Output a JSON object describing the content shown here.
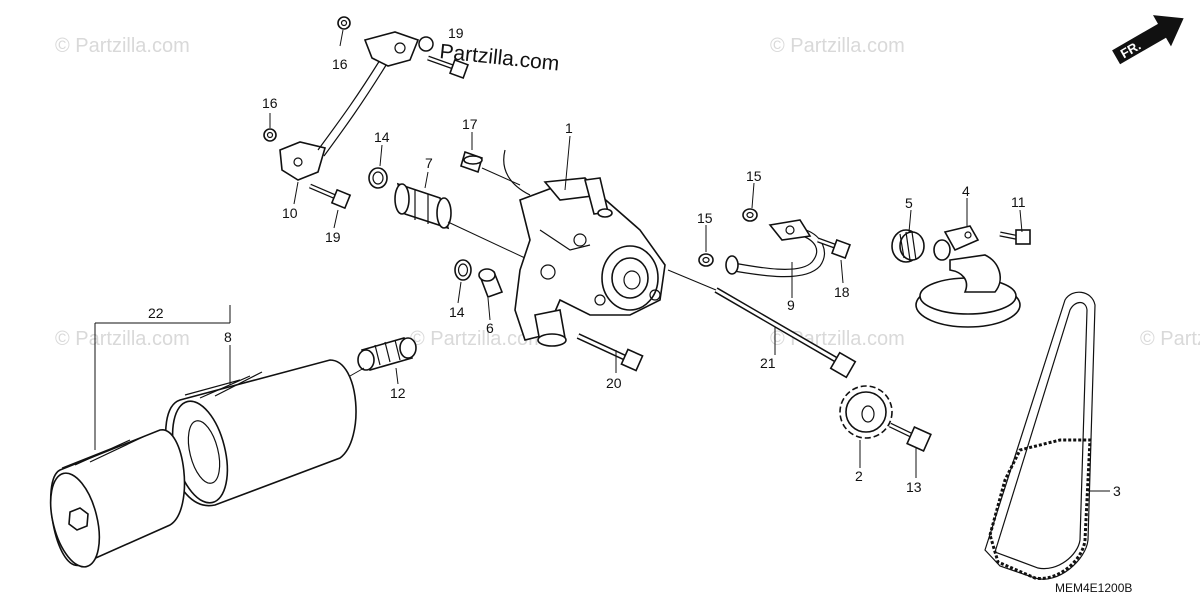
{
  "watermark": "© Partzilla.com",
  "brand": "Partzilla.com",
  "direction_label": "FR.",
  "diagram_code": "MEM4E1200B",
  "callouts": {
    "c1": "1",
    "c2": "2",
    "c3": "3",
    "c4": "4",
    "c5": "5",
    "c6": "6",
    "c7": "7",
    "c8": "8",
    "c9": "9",
    "c10": "10",
    "c11": "11",
    "c12": "12",
    "c13": "13",
    "c14a": "14",
    "c14b": "14",
    "c15a": "15",
    "c15b": "15",
    "c16a": "16",
    "c16b": "16",
    "c17": "17",
    "c18": "18",
    "c19a": "19",
    "c19b": "19",
    "c20": "20",
    "c21": "21",
    "c22": "22"
  }
}
